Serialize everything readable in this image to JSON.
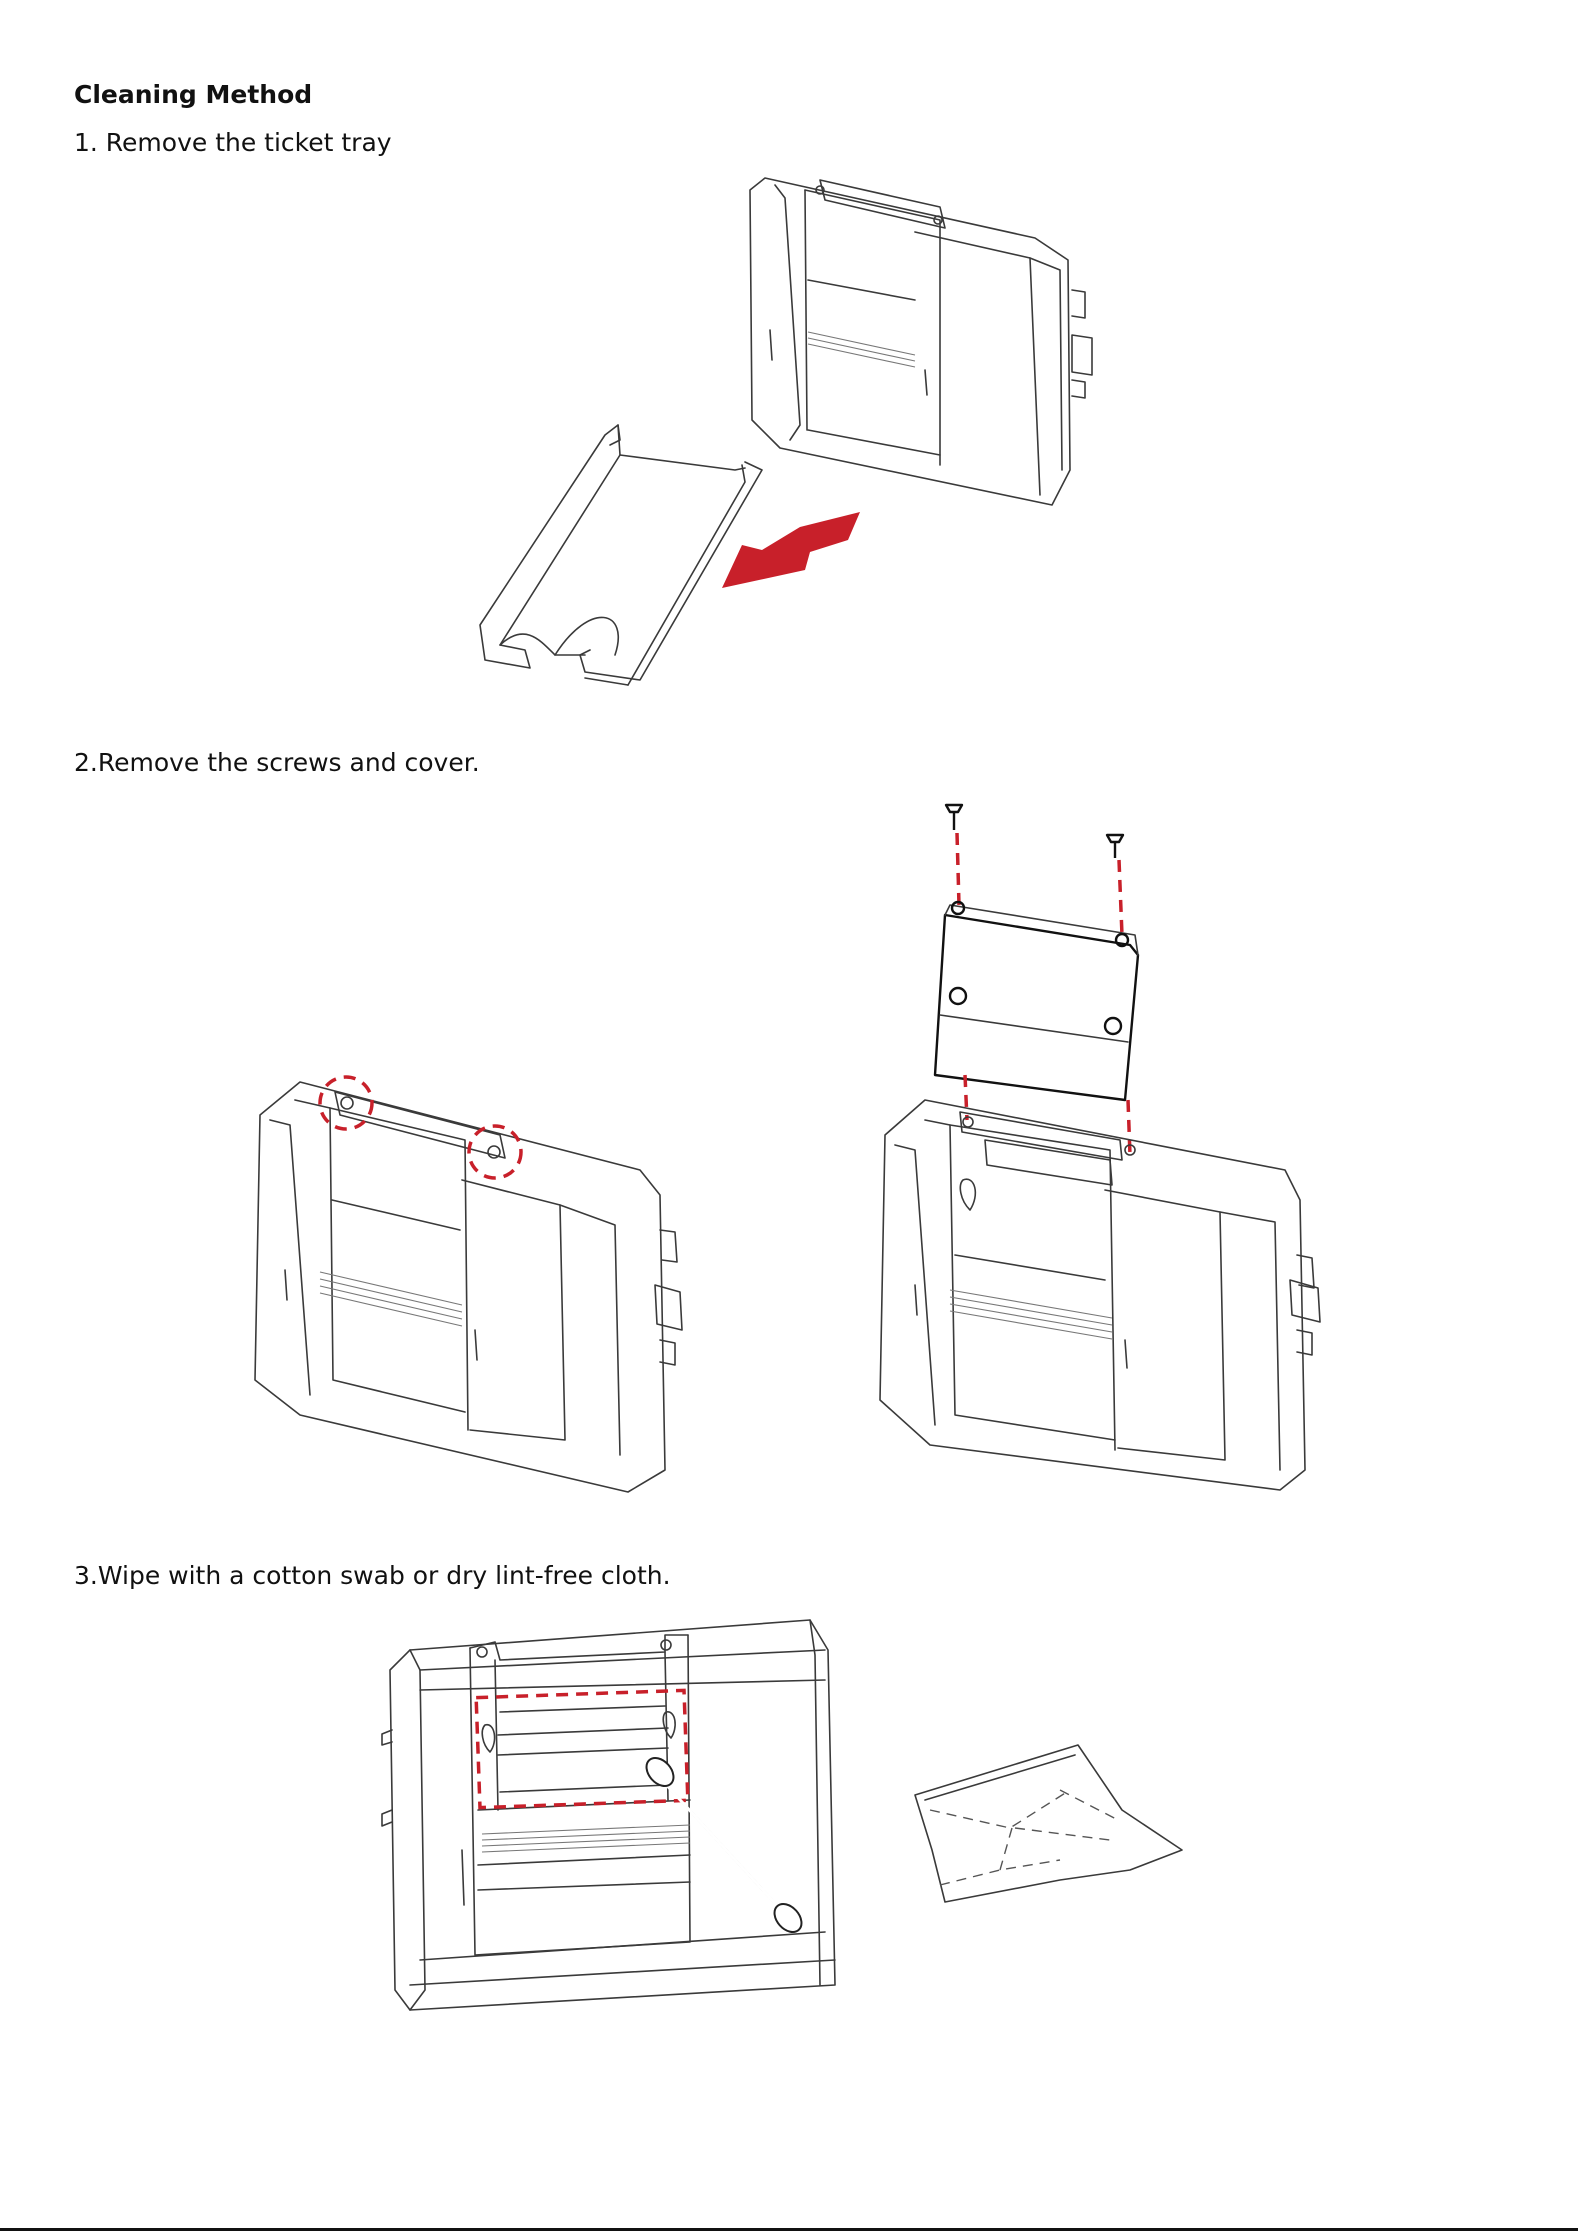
{
  "document": {
    "heading": "Cleaning Method",
    "steps": [
      {
        "label": "1. Remove the ticket tray"
      },
      {
        "label": "2.Remove the screws and cover."
      },
      {
        "label": "3.Wipe with a cotton swab or dry lint-free cloth."
      }
    ]
  },
  "colors": {
    "accent_red": "#c8202a",
    "line": "#3a3a3a",
    "background": "#ffffff"
  },
  "icons": [
    "printer-illustration",
    "ticket-tray-illustration",
    "red-arrow-icon",
    "screw-icon",
    "cover-plate-illustration",
    "cotton-swab-illustration",
    "cloth-illustration"
  ]
}
